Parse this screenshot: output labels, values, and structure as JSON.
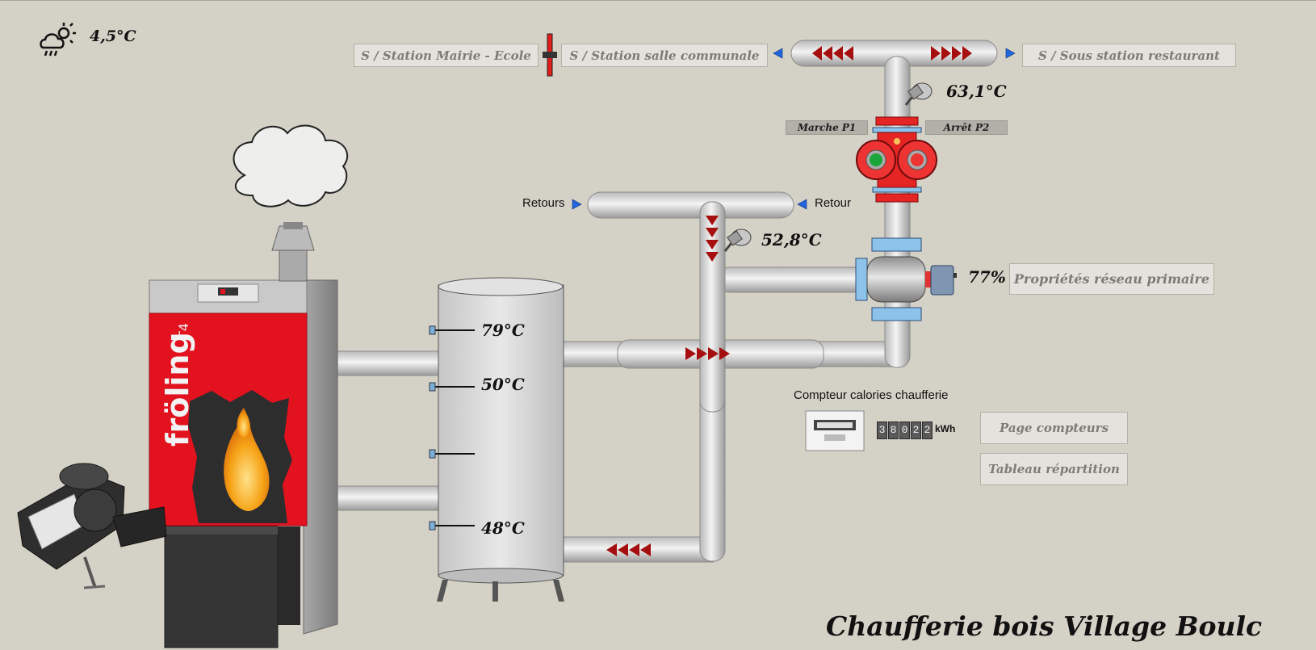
{
  "weather": {
    "icon": "weather-cloud-sun-rain-icon",
    "outdoor_temp": "4,5°C"
  },
  "network_buttons": {
    "mairie_ecole": "S / Station Mairie - Ecole",
    "salle_communale": "S / Station salle communale",
    "restaurant": "S / Sous station restaurant",
    "proprietes": "Propriétés réseau primaire",
    "page_compteurs": "Page compteurs",
    "tableau_repartition": "Tableau répartition"
  },
  "pumps": {
    "p1_label": "Marche P1",
    "p2_label": "Arrêt P2",
    "p1_state": "running",
    "p2_state": "stopped"
  },
  "sensors": {
    "flow_temp": "63,1°C",
    "return_temp": "52,8°C",
    "valve_opening": "77%"
  },
  "returns": {
    "left_label": "Retours",
    "right_label": "Retour"
  },
  "tank": {
    "temps": [
      "79°C",
      "50°C",
      "",
      "48°C"
    ]
  },
  "boiler": {
    "brand": "fröling",
    "model": "T4"
  },
  "meter": {
    "title": "Compteur calories chaufferie",
    "digits": [
      "3",
      "8",
      "0",
      "2",
      "2"
    ],
    "unit": "kWh"
  },
  "page_title": "Chaufferie bois Village Boulc",
  "colors": {
    "background": "#d4d1c6",
    "flow_arrows": "#a50f0f",
    "boiler_red": "#e3121f",
    "pump_red": "#e52424",
    "valve_blue": "#2266dd"
  }
}
